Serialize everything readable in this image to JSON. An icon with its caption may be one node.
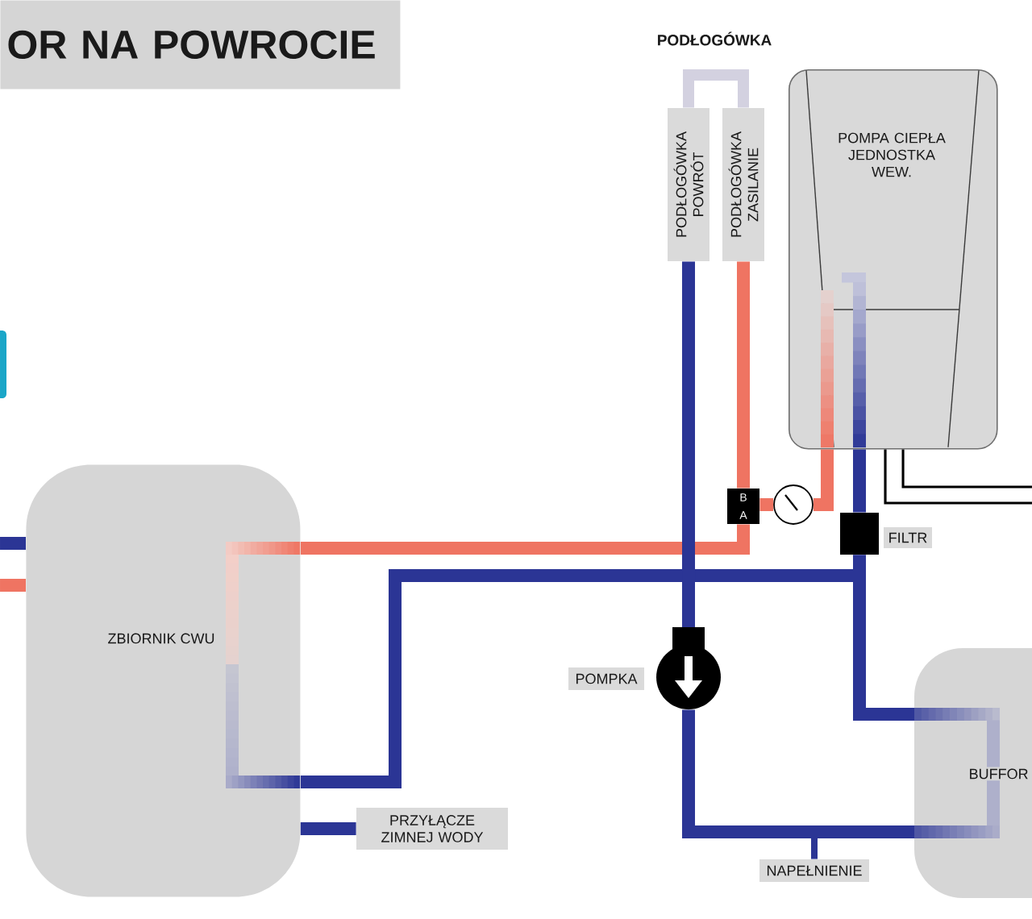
{
  "diagram": {
    "title": "OR NA POWROCIE",
    "nodes": [
      {
        "text": [
          "PODŁOGÓWKA POWRÓT"
        ]
      },
      {
        "text": [
          "PODŁOGÓWKA ZASILANIE"
        ]
      },
      {
        "text": [
          "POMPA CIEPŁA JEDNOSTKA WEW."
        ]
      },
      {
        "text": [
          "ZBIORNIK CWU"
        ]
      },
      {
        "text": [
          "B",
          "A"
        ]
      },
      {
        "text": [],
        "shape": "circle"
      },
      {
        "text": [],
        "shape": "box",
        "beside": [
          "FILTR"
        ]
      },
      {
        "text": [],
        "shape": "circle",
        "beside": [
          "POMPKA"
        ]
      },
      {
        "text": [
          "BUFFOR"
        ]
      },
      {
        "text": [
          "PRZYŁĄCZE ZIMNEJ WODY"
        ]
      },
      {
        "text": [
          "NAPEŁNIENIE"
        ]
      }
    ],
    "edges": [
      {
        "from": null,
        "to": 3,
        "arrow": "none"
      },
      {
        "from": null,
        "to": 3,
        "arrow": "none",
        "color": "#ef7462"
      },
      {
        "from": 3,
        "to": 9,
        "arrow": "none"
      },
      {
        "from": 2,
        "to": 5,
        "arrow": "none",
        "color": "#ef7462"
      },
      {
        "from": 5,
        "to": 4,
        "arrow": "none",
        "color": "#ef7462"
      },
      {
        "from": 4,
        "to": 1,
        "arrow": "none",
        "color": "#ef7462"
      },
      {
        "from": 1,
        "to": 0,
        "arrow": "none",
        "color": "#d3d1e0"
      },
      {
        "from": 0,
        "to": 7,
        "arrow": "none"
      },
      {
        "from": 7,
        "to": 8,
        "arrow": "none"
      },
      {
        "from": 8,
        "to": 6,
        "arrow": "none"
      },
      {
        "from": 3,
        "to": 6,
        "arrow": "none"
      },
      {
        "from": 6,
        "to": 2,
        "arrow": "none"
      },
      {
        "from": 4,
        "to": 3,
        "arrow": "none",
        "color": "#ef7462"
      },
      {
        "from": 10,
        "to": null,
        "arrow": "none"
      },
      {
        "from": 2,
        "to": null,
        "arrow": "none",
        "color": "#000000"
      },
      {
        "from": 2,
        "to": null,
        "arrow": "none",
        "color": "#000000"
      }
    ],
    "labels": [
      "PODŁOGÓWKA"
    ]
  }
}
